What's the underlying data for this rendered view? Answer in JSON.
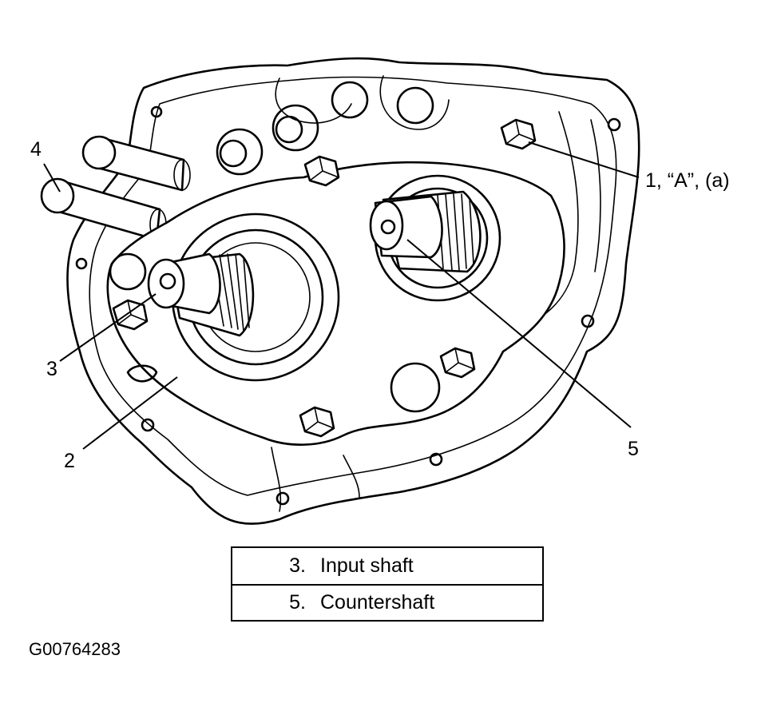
{
  "callouts": {
    "c1": "1, “A”, (a)",
    "c2": "2",
    "c3": "3",
    "c4": "4",
    "c5": "5"
  },
  "legend": [
    {
      "number": "3.",
      "description": "Input shaft"
    },
    {
      "number": "5.",
      "description": "Countershaft"
    }
  ],
  "figure_code": "G00764283"
}
